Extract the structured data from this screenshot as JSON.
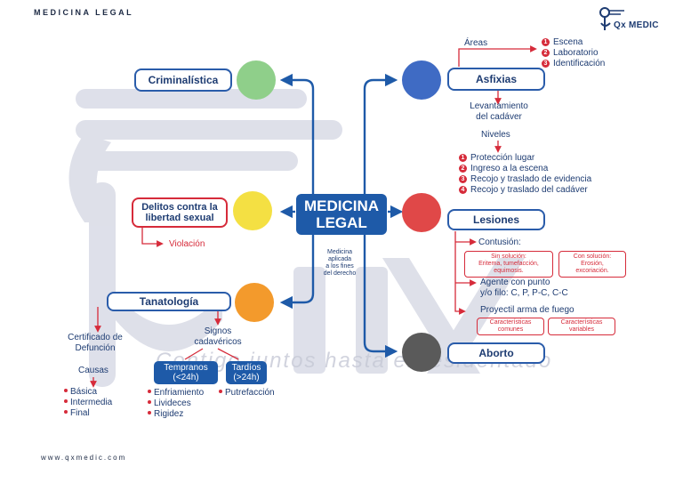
{
  "header": {
    "title": "MEDICINA LEGAL"
  },
  "logo": {
    "text": "Qx MEDIC"
  },
  "footer": {
    "url": "www.qxmedic.com"
  },
  "watermark": {
    "tagline": "Contigo juntos hasta el residentado",
    "letters": "Qx MEDIC"
  },
  "center": {
    "line1": "MEDICINA",
    "line2": "LEGAL"
  },
  "center_note": {
    "line1": "Medicina",
    "line2": "aplicada",
    "line3": "a los fines",
    "line4": "del derecho"
  },
  "colors": {
    "primary": "#1e5aa8",
    "accent": "#d62b3a",
    "green": "#8fcf8a",
    "yellow": "#f4e043",
    "orange": "#f39a2c",
    "blue": "#3f6bc4",
    "red": "#e04848",
    "gray": "#5a5a5a"
  },
  "left": {
    "criminalistica": {
      "label": "Criminalística"
    },
    "delitos": {
      "line1": "Delitos contra la",
      "line2": "libertad sexual",
      "child": "Violación"
    },
    "tanatologia": {
      "label": "Tanatología",
      "certificado": {
        "line1": "Certificado de",
        "line2": "Defunción"
      },
      "causas": {
        "label": "Causas",
        "items": [
          "Básica",
          "Intermedia",
          "Final"
        ]
      },
      "signos": {
        "line1": "Signos",
        "line2": "cadavéricos"
      },
      "tempranos": {
        "line1": "Tempranos",
        "line2": "(<24h)",
        "items": [
          "Enfriamiento",
          "Livideces",
          "Rigidez"
        ]
      },
      "tardios": {
        "line1": "Tardíos",
        "line2": "(>24h)",
        "items": [
          "Putrefacción"
        ]
      }
    }
  },
  "right": {
    "asfixias": {
      "label": "Asfixias",
      "areas_label": "Áreas",
      "areas": [
        "Escena",
        "Laboratorio",
        "Identificación"
      ],
      "levantamiento": {
        "line1": "Levantamiento",
        "line2": "del cadáver"
      },
      "niveles_label": "Niveles",
      "niveles": [
        "Protección lugar",
        "Ingreso a la escena",
        "Recojo y traslado de evidencia",
        "Recojo y traslado del cadáver"
      ]
    },
    "lesiones": {
      "label": "Lesiones",
      "contusion": "Contusión:",
      "sin_solucion": {
        "line1": "Sin solución:",
        "line2": "Eritema, tumefacción,",
        "line3": "equimosis."
      },
      "con_solucion": {
        "line1": "Con solución:",
        "line2": "Erosión,",
        "line3": "excoriación."
      },
      "agente": {
        "line1": "Agente con punto",
        "line2": "y/o filo: C, P, P-C, C-C"
      },
      "proyectil": "Proyectil arma de fuego",
      "comunes": {
        "line1": "Características",
        "line2": "comunes"
      },
      "variables": {
        "line1": "Características",
        "line2": "variables"
      }
    },
    "aborto": {
      "label": "Aborto"
    }
  }
}
